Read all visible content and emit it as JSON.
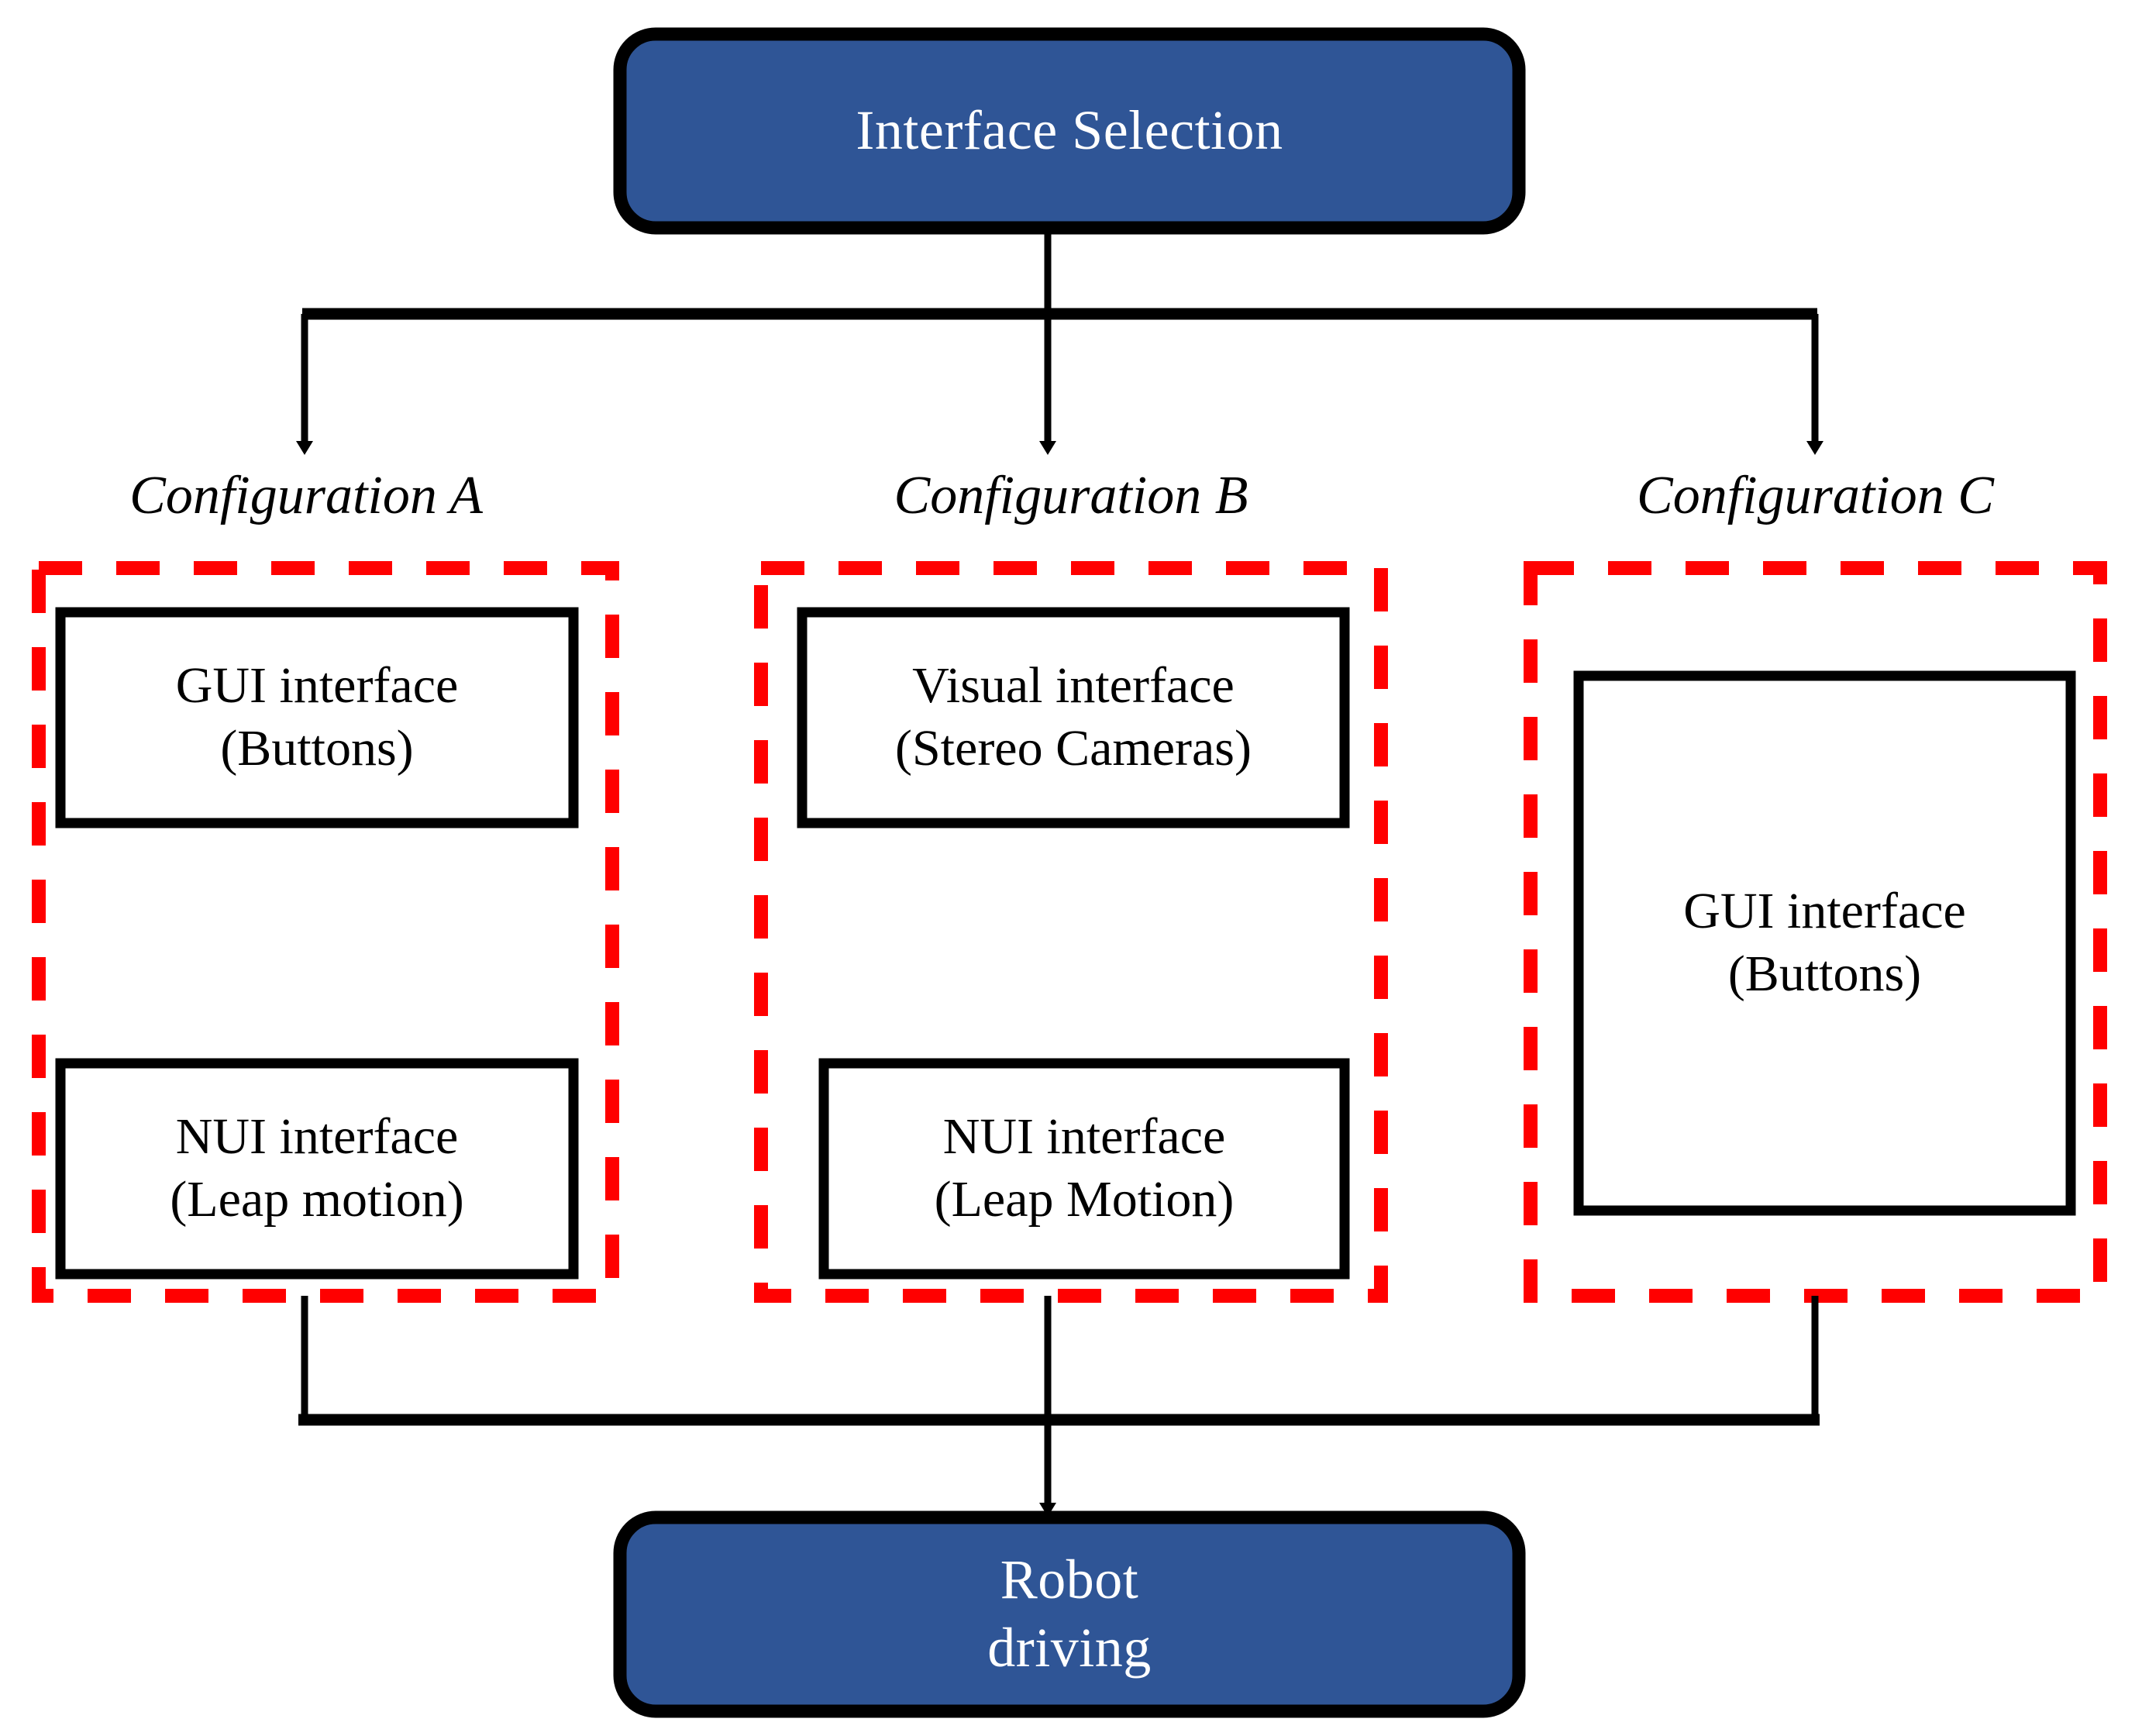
{
  "diagram": {
    "title": "Interface Selection flowchart",
    "colors": {
      "terminal_fill": "#2F5596",
      "terminal_stroke": "#000000",
      "terminal_text": "#FFFFFF",
      "group_border": "#FF0000",
      "box_border": "#000000",
      "connector": "#000000",
      "background": "#FFFFFF"
    },
    "top_node": {
      "label": "Interface Selection",
      "shape": "rounded-rectangle"
    },
    "bottom_node": {
      "label_line1": "Robot",
      "label_line2": "driving",
      "shape": "rounded-rectangle"
    },
    "configurations": [
      {
        "title": "Configuration A",
        "boxes": [
          {
            "line1": "GUI interface",
            "line2": "(Buttons)"
          },
          {
            "line1": "NUI interface",
            "line2": "(Leap motion)"
          }
        ]
      },
      {
        "title": "Configuration B",
        "boxes": [
          {
            "line1": "Visual interface",
            "line2": "(Stereo Cameras)"
          },
          {
            "line1": "NUI interface",
            "line2": "(Leap Motion)"
          }
        ]
      },
      {
        "title": "Configuration C",
        "boxes": [
          {
            "line1": "GUI interface",
            "line2": "(Buttons)"
          }
        ]
      }
    ],
    "edges": [
      {
        "from": "Interface Selection",
        "to": "Configuration A"
      },
      {
        "from": "Interface Selection",
        "to": "Configuration B"
      },
      {
        "from": "Interface Selection",
        "to": "Configuration C"
      },
      {
        "from": "Configuration A",
        "to": "Robot driving"
      },
      {
        "from": "Configuration B",
        "to": "Robot driving"
      },
      {
        "from": "Configuration C",
        "to": "Robot driving"
      }
    ]
  }
}
